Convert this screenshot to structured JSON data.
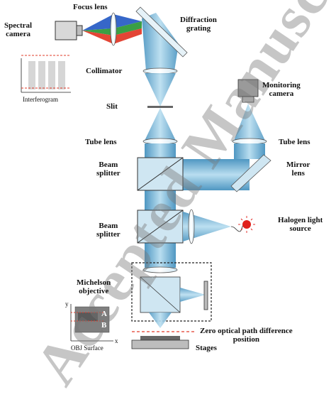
{
  "labels": {
    "focus_lens": "Focus lens",
    "spectral_camera": "Spectral\ncamera",
    "diffraction_grating": "Diffraction\ngrating",
    "collimator": "Collimator",
    "slit": "Slit",
    "monitoring_camera": "Monitoring\ncamera",
    "tube_lens_left": "Tube lens",
    "tube_lens_right": "Tube lens",
    "beam_splitter_1": "Beam\nsplitter",
    "mirror_lens": "Mirror\nlens",
    "beam_splitter_2": "Beam\nsplitter",
    "halogen_light_source": "Halogen light\nsource",
    "michelson_objective": "Michelson\nobjective",
    "zero_opd": "Zero optical path difference\nposition",
    "stages": "Stages",
    "interferogram": "Interferogram",
    "obj_surface": "OBJ Surface",
    "inset_a": "A",
    "inset_b": "B",
    "axis_x": "x",
    "axis_y": "y"
  },
  "watermark": "Accepted Manuscript",
  "colors": {
    "beam": "#8cc4e0",
    "beam_dark": "#5aa3cc",
    "red_ray": "#e23b2a",
    "green_ray": "#2f9a3a",
    "blue_ray": "#2b5fc6",
    "box_fill": "#cfe6f2",
    "dashed_red": "#e23b2a",
    "halogen": "#e0201b"
  }
}
